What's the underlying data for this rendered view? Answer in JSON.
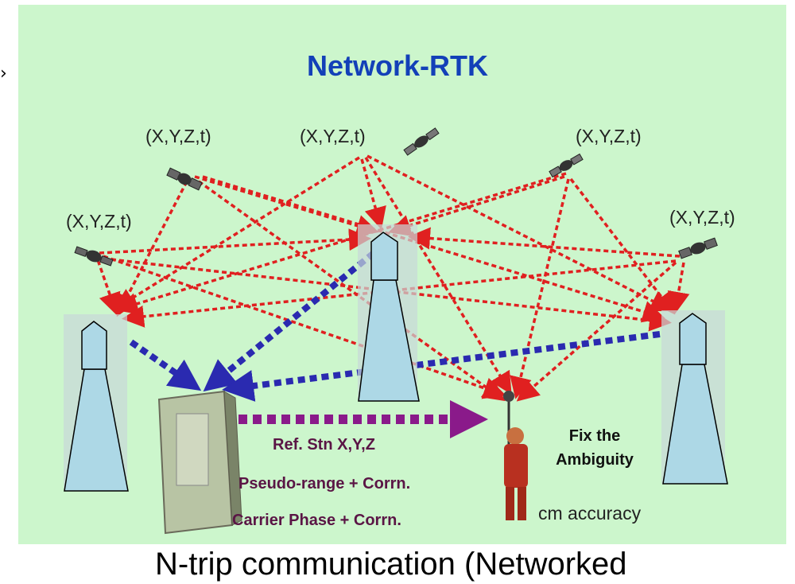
{
  "title": "Network-RTK",
  "satellite_labels": [
    "(X,Y,Z,t)",
    "(X,Y,Z,t)",
    "(X,Y,Z,t)",
    "(X,Y,Z,t)",
    "(X,Y,Z,t)"
  ],
  "data_flow": [
    "Ref. Stn X,Y,Z",
    "Pseudo-range + Corrn.",
    "Carrier Phase  + Corrn."
  ],
  "rover": {
    "line1": "Fix the",
    "line2": "Ambiguity",
    "accuracy": "cm accuracy"
  },
  "caption": "N-trip communication (Networked",
  "corner_glyph": "›",
  "colors": {
    "background": "#ccf6cc",
    "title": "#1340b8",
    "signal_arrows": "#e02020",
    "correction_arrows": "#2a2ab0",
    "data_arrow": "#8a1a8a",
    "tower": "#add8e6"
  },
  "icons": [
    "satellite-icon",
    "reference-station-tower",
    "network-server-icon",
    "rover-surveyor-icon"
  ]
}
